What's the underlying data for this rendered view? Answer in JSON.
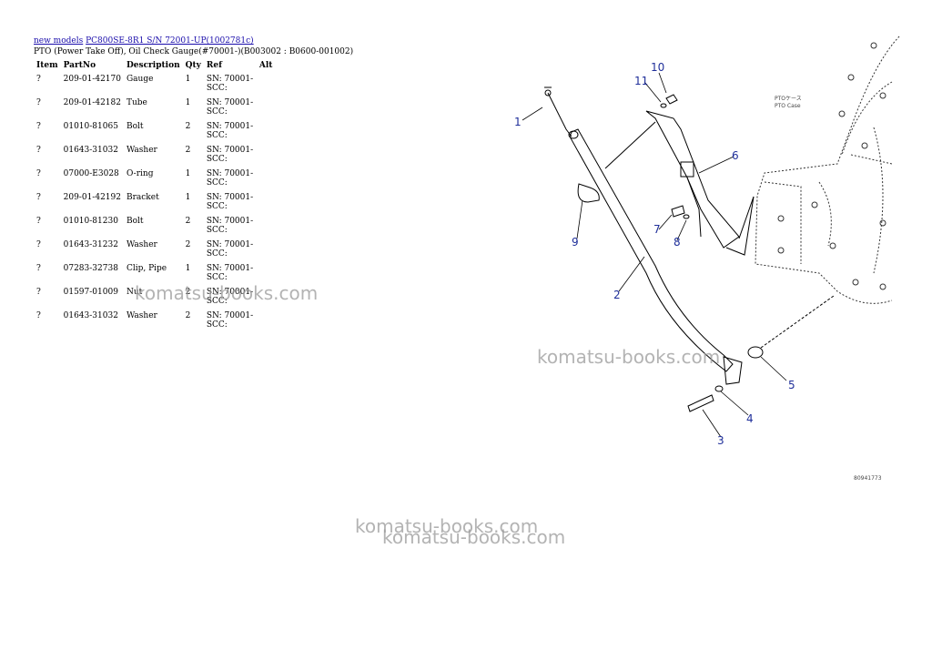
{
  "breadcrumb": {
    "link1": "new models",
    "link2": "PC800SE-8R1 S/N 72001-UP(1002781c)"
  },
  "subtitle": "PTO (Power Take Off), Oil Check Gauge(#70001-)(B003002 : B0600-001002)",
  "table": {
    "headers": [
      "Item",
      "PartNo",
      "Description",
      "Qty",
      "Ref",
      "Alt"
    ],
    "rows": [
      {
        "item": "?",
        "partno": "209-01-42170",
        "desc": "Gauge",
        "qty": "1",
        "ref": "SN: 70001-SCC:",
        "alt": ""
      },
      {
        "item": "?",
        "partno": "209-01-42182",
        "desc": "Tube",
        "qty": "1",
        "ref": "SN: 70001-SCC:",
        "alt": ""
      },
      {
        "item": "?",
        "partno": "01010-81065",
        "desc": "Bolt",
        "qty": "2",
        "ref": "SN: 70001-SCC:",
        "alt": ""
      },
      {
        "item": "?",
        "partno": "01643-31032",
        "desc": "Washer",
        "qty": "2",
        "ref": "SN: 70001-SCC:",
        "alt": ""
      },
      {
        "item": "?",
        "partno": "07000-E3028",
        "desc": "O-ring",
        "qty": "1",
        "ref": "SN: 70001-SCC:",
        "alt": ""
      },
      {
        "item": "?",
        "partno": "209-01-42192",
        "desc": "Bracket",
        "qty": "1",
        "ref": "SN: 70001-SCC:",
        "alt": ""
      },
      {
        "item": "?",
        "partno": "01010-81230",
        "desc": "Bolt",
        "qty": "2",
        "ref": "SN: 70001-SCC:",
        "alt": ""
      },
      {
        "item": "?",
        "partno": "01643-31232",
        "desc": "Washer",
        "qty": "2",
        "ref": "SN: 70001-SCC:",
        "alt": ""
      },
      {
        "item": "?",
        "partno": "07283-32738",
        "desc": "Clip, Pipe",
        "qty": "1",
        "ref": "SN: 70001-SCC:",
        "alt": ""
      },
      {
        "item": "?",
        "partno": "01597-01009",
        "desc": "Nut",
        "qty": "2",
        "ref": "SN: 70001-SCC:",
        "alt": ""
      },
      {
        "item": "?",
        "partno": "01643-31032",
        "desc": "Washer",
        "qty": "2",
        "ref": "SN: 70001-SCC:",
        "alt": ""
      }
    ]
  },
  "watermarks": [
    "komatsu-books.com",
    "komatsu-books.com",
    "komatsu-books.com",
    "komatsu-books.com"
  ],
  "diagram": {
    "callouts": [
      "1",
      "2",
      "3",
      "4",
      "5",
      "6",
      "7",
      "8",
      "9",
      "10",
      "11"
    ],
    "case_label_jp": "PTOケース",
    "case_label_en": "PTO Case",
    "figure_code": "80941773",
    "colors": {
      "callout": "#1f2f9a",
      "line": "#000000",
      "watermark": "#9a9a9a"
    }
  }
}
